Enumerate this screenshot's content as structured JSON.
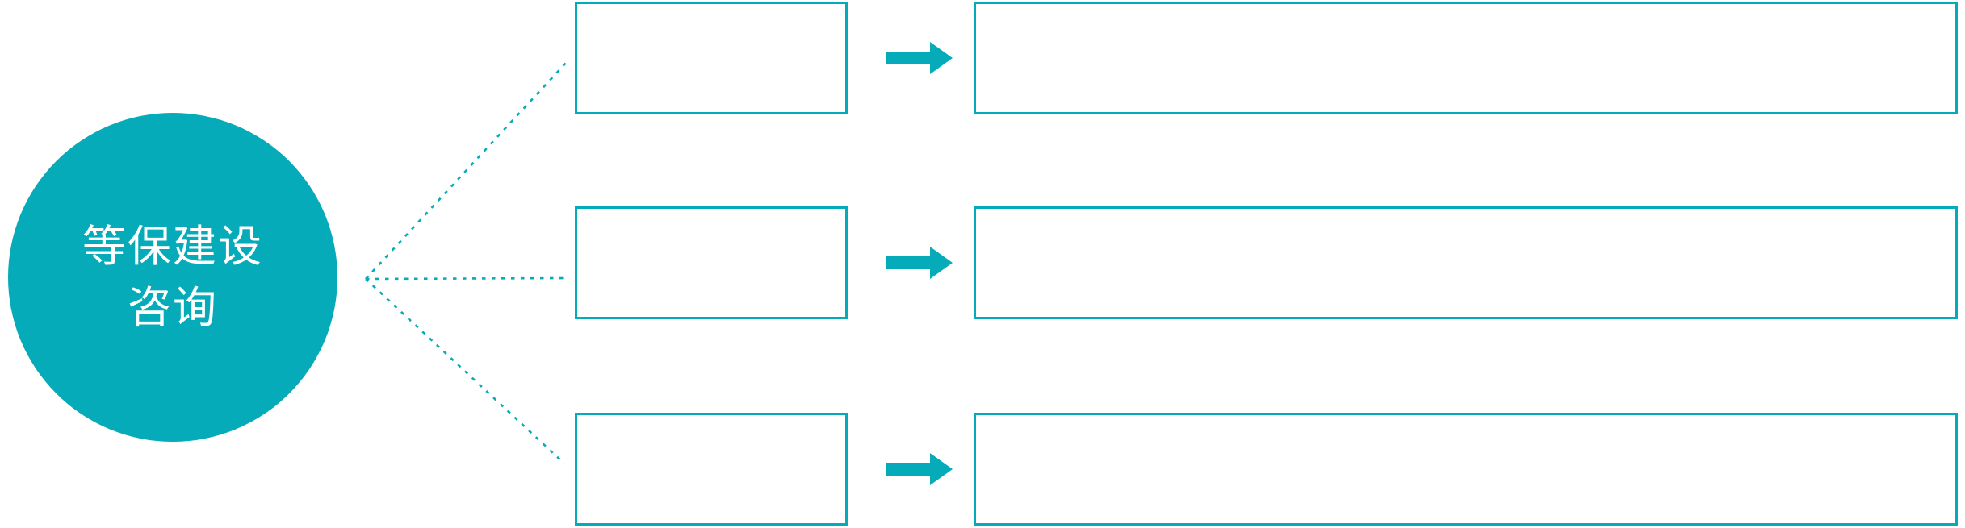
{
  "colors": {
    "accent": "#05ABB8",
    "background": "#FFFFFF",
    "circle_text": "#FFFFFF"
  },
  "circle": {
    "text": "等保建设咨询",
    "lines": [
      "等保建设",
      "咨询"
    ]
  },
  "rows": [
    {
      "name": "row-1",
      "box_text": "",
      "detail_text": ""
    },
    {
      "name": "row-2",
      "box_text": "",
      "detail_text": ""
    },
    {
      "name": "row-3",
      "box_text": "",
      "detail_text": ""
    }
  ],
  "icons": {
    "arrow": "right-arrow-icon",
    "connector": "dotted-connector-line"
  }
}
